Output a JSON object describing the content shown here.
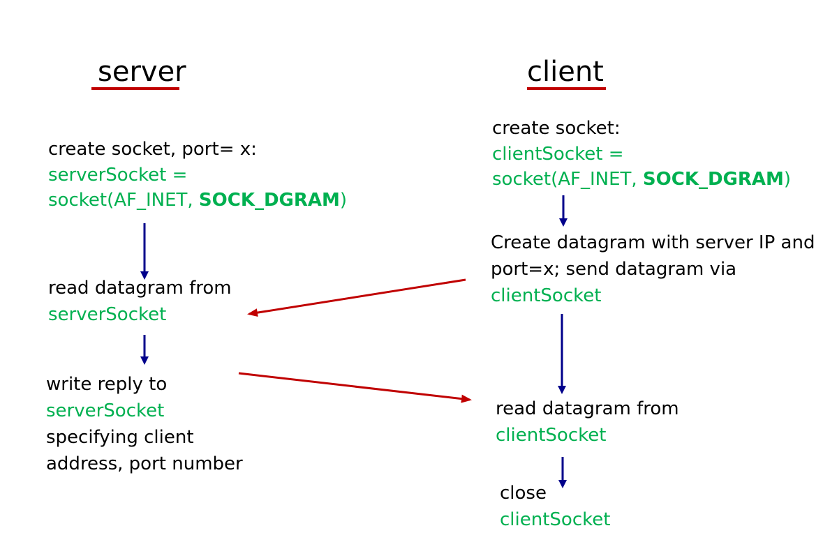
{
  "server": {
    "heading": "server",
    "create": {
      "label": "create socket, port= x:",
      "code_line1": "serverSocket =",
      "code_prefix": "socket(AF_INET, ",
      "code_bold": "SOCK_DGRAM",
      "code_suffix": ")"
    },
    "read": {
      "label": "read datagram from",
      "socket": "serverSocket"
    },
    "write": {
      "label": "write reply to",
      "socket": "serverSocket",
      "line3": "specifying client",
      "line4": "address, port number"
    }
  },
  "client": {
    "heading": "client",
    "create": {
      "label": "create socket:",
      "code_line1": "clientSocket =",
      "code_prefix": "socket(AF_INET, ",
      "code_bold": "SOCK_DGRAM",
      "code_suffix": ")"
    },
    "send": {
      "line1": "Create datagram with server IP and",
      "line2": "port=x; send datagram via",
      "socket": "clientSocket"
    },
    "read": {
      "label": "read datagram from",
      "socket": "clientSocket"
    },
    "close": {
      "label": "close",
      "socket": "clientSocket"
    }
  },
  "colors": {
    "code": "#00b050",
    "underline": "#c00000",
    "flow_arrow": "#00008b",
    "message_arrow": "#c00000"
  }
}
